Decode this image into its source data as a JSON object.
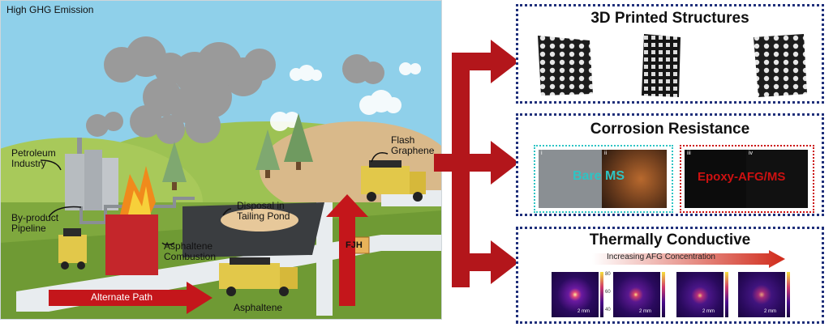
{
  "scene": {
    "title": "High GHG Emission",
    "petroleum": "Petroleum\nIndustry",
    "byproduct": "By-product\nPipeline",
    "combustion": "Asphaltene\nCombustion",
    "disposal": "Disposal in\nTailing Pond",
    "flash": "Flash\nGraphene",
    "fjh": "FJH",
    "alternate": "Alternate Path",
    "asphaltene": "Asphaltene"
  },
  "panels": {
    "printed": {
      "title": "3D Printed Structures"
    },
    "corrosion": {
      "title": "Corrosion Resistance",
      "bare": "Bare MS",
      "epoxy": "Epoxy-AFG/MS",
      "romans": [
        "i",
        "ii",
        "iii",
        "iv"
      ]
    },
    "thermal": {
      "title": "Thermally Conductive",
      "gradient_label": "Increasing AFG Concentration",
      "scale": "2 mm",
      "ticks": [
        "80",
        "60",
        "40"
      ]
    }
  },
  "colors": {
    "arrow_red": "#b3161b",
    "panel_border": "#1f2f7a",
    "bare_label": "#2ec4c4",
    "epoxy_label": "#cc1111"
  }
}
